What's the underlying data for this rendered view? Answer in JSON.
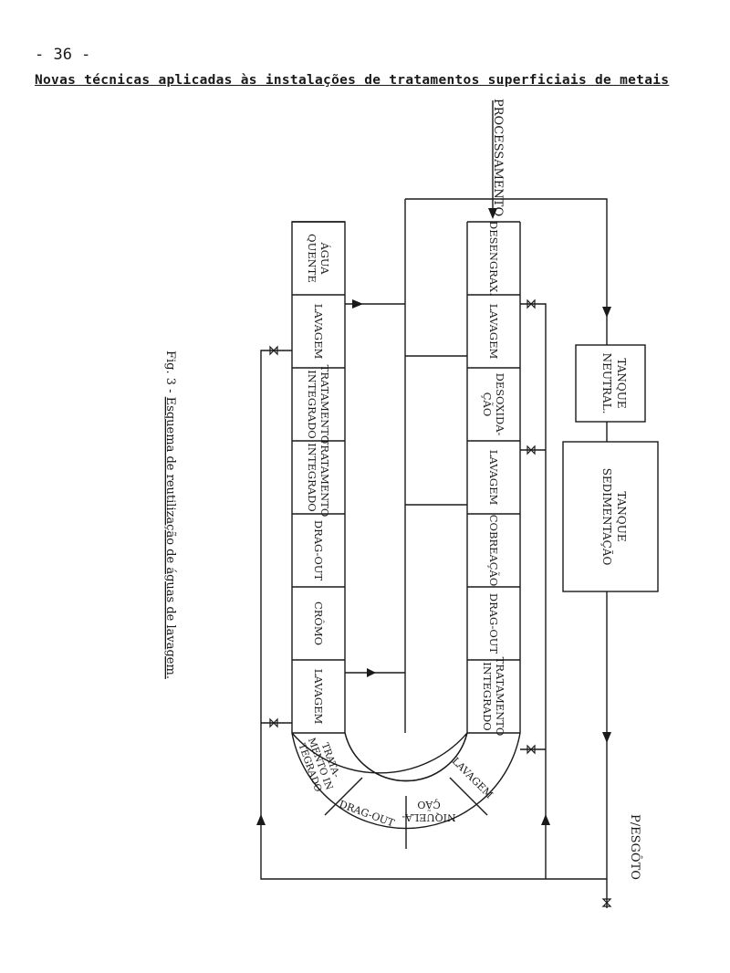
{
  "page": {
    "number": "- 36 -",
    "heading": "Novas técnicas aplicadas às instalações de tratamentos superficiais de metais"
  },
  "figure": {
    "caption_prefix": "Fig. 3 - ",
    "caption_title": "Esquema de reutilização de águas de lavagem.",
    "input_label": "PROCESSAMENTO",
    "outlet_label": "P/ESGÔTO",
    "tank_neutral": [
      "TANQUE",
      "NEUTRAL."
    ],
    "tank_sedimentation": [
      "TANQUE",
      "SEDIMENTAÇÃO"
    ],
    "right_column": [
      [
        "DESENGRAX."
      ],
      [
        "LAVAGEM"
      ],
      [
        "DESOXIDA-",
        "ÇÃO"
      ],
      [
        "LAVAGEM"
      ],
      [
        "COBREAÇÃO"
      ],
      [
        "DRAG-OUT"
      ],
      [
        "TRATAMENTO",
        "INTEGRADO"
      ]
    ],
    "left_column": [
      [
        "ÁGUA",
        "QUENTE"
      ],
      [
        "LAVAGEM"
      ],
      [
        "TRATAMENTO",
        "INTEGRADO"
      ],
      [
        "TRATAMENTO",
        "INTEGRADO"
      ],
      [
        "DRAG-OUT"
      ],
      [
        "CRÔMO"
      ],
      [
        "LAVAGEM"
      ]
    ],
    "curve_sections": [
      [
        "LAVAGEM"
      ],
      [
        "NIQUELA-",
        "ÇÃO"
      ],
      [
        "DRAG-OUT"
      ],
      [
        "TRATA-",
        "MENTO IN",
        "TEGRADO"
      ]
    ]
  }
}
